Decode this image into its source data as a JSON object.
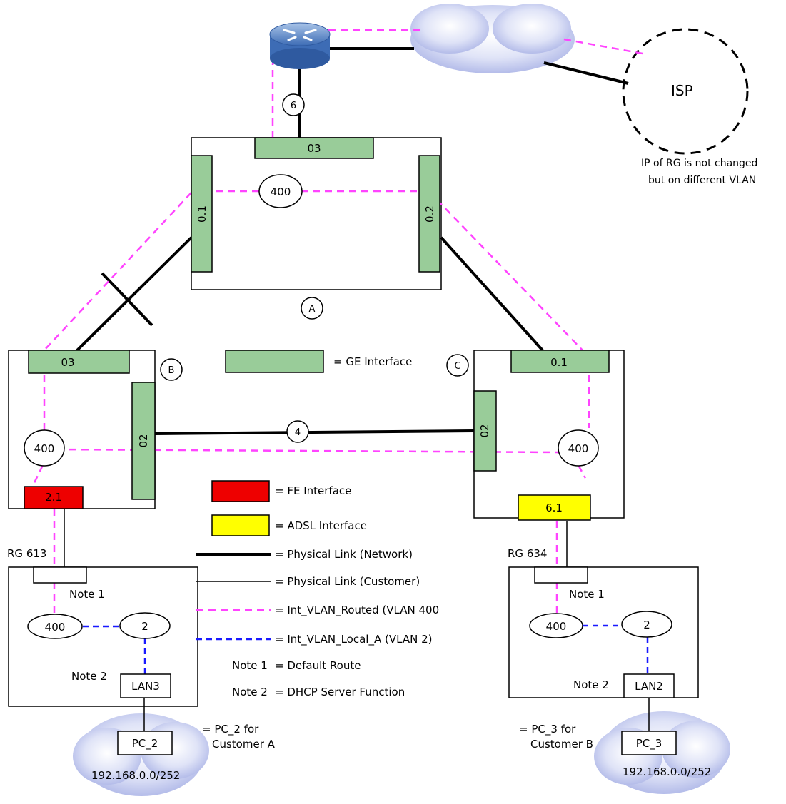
{
  "colors": {
    "ge": "#99cc99",
    "fe": "#ee0000",
    "adsl": "#ffff00",
    "vlan400": "#ff44ff",
    "vlan2": "#1a1aff",
    "cloud": "#b8c0ec"
  },
  "top": {
    "isp_label": "ISP",
    "isp_note_line1": "IP of RG is not changed",
    "isp_note_line2": "but on different VLAN",
    "link_router_label": "6",
    "router_icon": "router-icon"
  },
  "node_a": {
    "label": "A",
    "port_top": "03",
    "port_left": "0.1",
    "port_right": "0.2",
    "vlan": "400"
  },
  "node_b": {
    "label": "B",
    "port_top": "03",
    "port_right": "02",
    "port_fe": "2.1",
    "vlan": "400"
  },
  "node_c": {
    "label": "C",
    "port_top": "0.1",
    "port_left": "02",
    "port_adsl": "6.1",
    "vlan": "400"
  },
  "link_bc_label": "4",
  "rg_left": {
    "title": "RG 613",
    "note1": "Note 1",
    "note2": "Note 2",
    "vlan_routed": "400",
    "vlan_local": "2",
    "lan": "LAN3",
    "pc": "PC_2",
    "pc_note_line1": "= PC_2 for",
    "pc_note_line2": "Customer A",
    "subnet": "192.168.0.0/252"
  },
  "rg_right": {
    "title": "RG 634",
    "note1": "Note 1",
    "note2": "Note 2",
    "vlan_routed": "400",
    "vlan_local": "2",
    "lan": "LAN2",
    "pc": "PC_3",
    "pc_note_line1": "= PC_3 for",
    "pc_note_line2": "Customer B",
    "subnet": "192.168.0.0/252"
  },
  "legend": {
    "ge": "= GE Interface",
    "fe": "= FE Interface",
    "adsl": "= ADSL Interface",
    "phys_net": "= Physical Link  (Network)",
    "phys_cust": "= Physical Link  (Customer)",
    "vlan_routed": "= Int_VLAN_Routed (VLAN 400",
    "vlan_local": "= Int_VLAN_Local_A  (VLAN 2)",
    "note1_key": "Note 1",
    "note1_val": "= Default Route",
    "note2_key": "Note 2",
    "note2_val": "= DHCP Server Function"
  }
}
